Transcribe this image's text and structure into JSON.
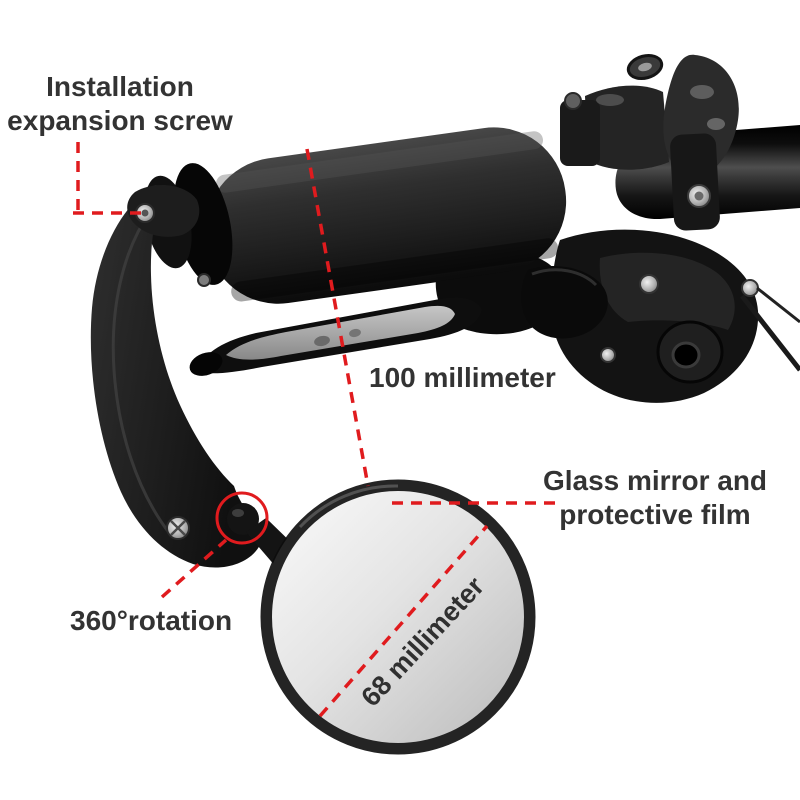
{
  "colors": {
    "annotation_red": "#e01b1e",
    "label_text": "#333333",
    "background": "#ffffff"
  },
  "annotations": {
    "installation_screw": {
      "line1": "Installation",
      "line2": "expansion screw"
    },
    "grip_length": {
      "label": "100 millimeter"
    },
    "glass_mirror": {
      "line1": "Glass mirror and",
      "line2": "protective film"
    },
    "rotation": {
      "label": "360°rotation"
    },
    "mirror_diameter": {
      "label": "68 millimeter"
    }
  }
}
